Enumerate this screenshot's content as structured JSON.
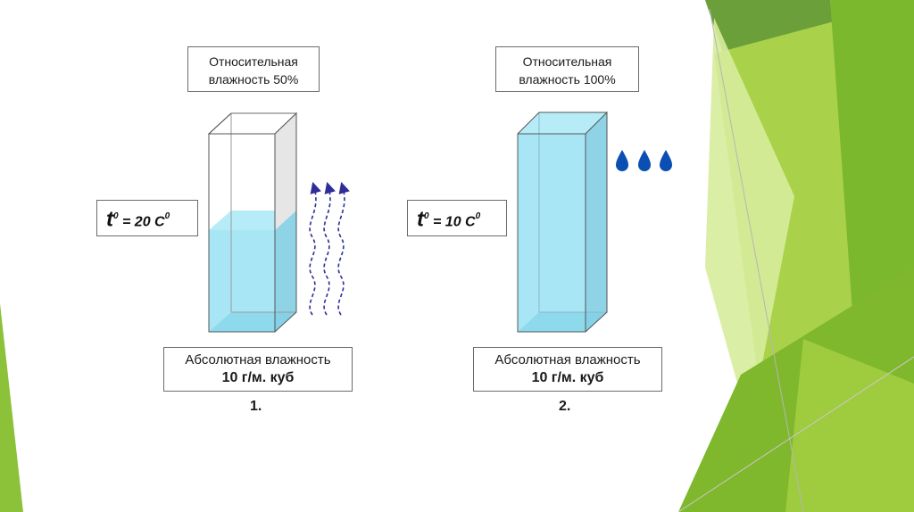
{
  "scene1": {
    "relative_humidity_line1": "Относительная",
    "relative_humidity_line2": "влажность 50%",
    "temp_t": "t",
    "temp_sup": "0",
    "temp_rest": " = 20 С",
    "temp_unit_sup": "0",
    "absolute_humidity_line1": "Абсолютная влажность",
    "absolute_humidity_line2": "10 г/м. куб",
    "number": "1.",
    "fill_fraction": 0.5
  },
  "scene2": {
    "relative_humidity_line1": "Относительная",
    "relative_humidity_line2": "влажность 100%",
    "temp_t": "t",
    "temp_sup": "0",
    "temp_rest": " = 10 С",
    "temp_unit_sup": "0",
    "absolute_humidity_line1": "Абсолютная влажность",
    "absolute_humidity_line2": "10 г/м. куб",
    "number": "2.",
    "fill_fraction": 1.0
  },
  "colors": {
    "water": "#a8e6f5",
    "water_side": "#8fd3e6",
    "evaporation_arrows": "#2e2e9a",
    "drops": "#0b4fb3",
    "green_light": "#a3cc3c",
    "green_mid": "#7fb82d",
    "green_dark": "#5f9b2f"
  },
  "icons": [
    "evaporation-arrows-icon",
    "water-drops-icon"
  ]
}
